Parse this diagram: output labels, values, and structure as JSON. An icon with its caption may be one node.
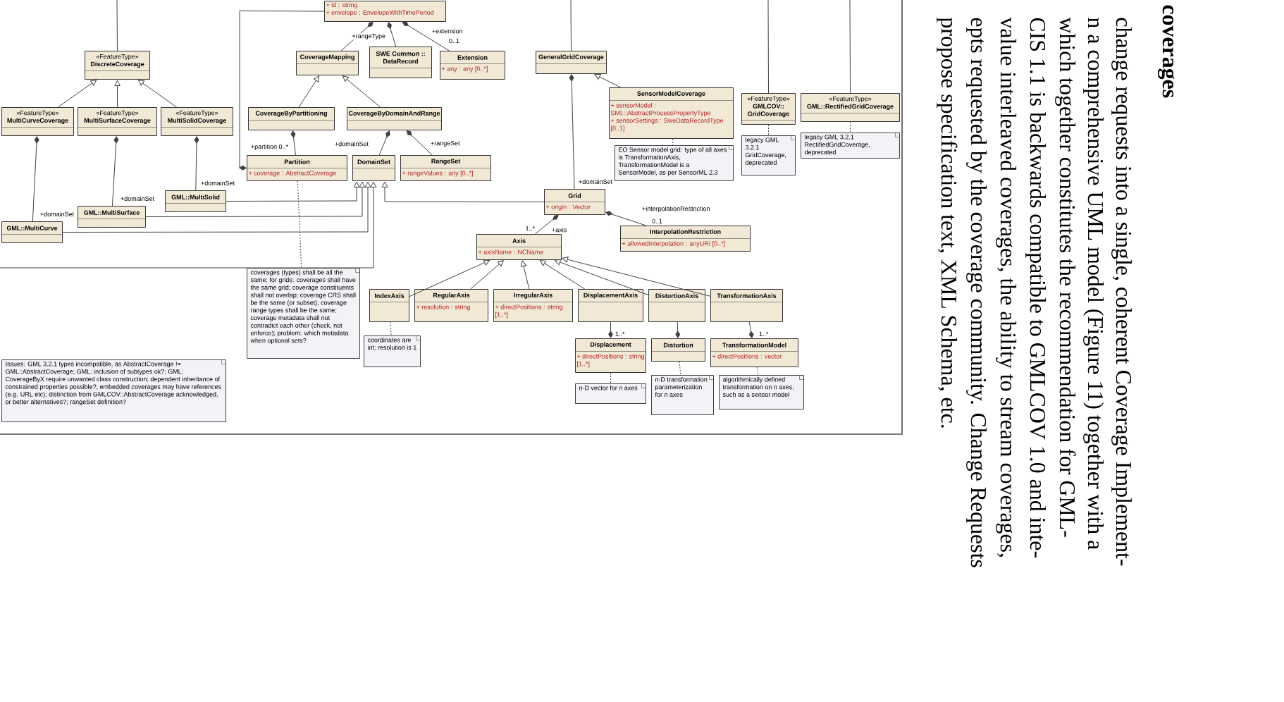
{
  "diagram": {
    "nodes": [
      {
        "text": [
          "+ id : string",
          "+ envelope : EnvelopeWithTimePeriod"
        ]
      },
      {
        "text": [
          "«FeatureType»",
          "DiscreteCoverage"
        ]
      },
      {
        "text": [
          "«FeatureType»",
          "MultiCurveCoverage"
        ]
      },
      {
        "text": [
          "«FeatureType»",
          "MultiSurfaceCoverage"
        ]
      },
      {
        "text": [
          "«FeatureType»",
          "MultiSolidCoverage"
        ]
      },
      {
        "text": [
          "GML::MultiCurve"
        ]
      },
      {
        "text": [
          "GML::MultiSurface"
        ]
      },
      {
        "text": [
          "GML::MultiSolid"
        ]
      },
      {
        "text": [
          "CoverageMapping"
        ]
      },
      {
        "text": [
          "SWE Common :: DataRecord"
        ]
      },
      {
        "text": [
          "Extension",
          "+ any : any [0..*]"
        ]
      },
      {
        "text": [
          "CoverageByPartitioning"
        ]
      },
      {
        "text": [
          "CoverageByDomainAndRange"
        ]
      },
      {
        "text": [
          "Partition",
          "+ coverage : AbstractCoverage"
        ]
      },
      {
        "text": [
          "DomainSet"
        ]
      },
      {
        "text": [
          "RangeSet",
          "+ rangeValues : any [0..*]"
        ]
      },
      {
        "text": [
          "coverages (types) shall be all the same; for grids: coverages shall have the same grid; coverage constituents shall not overlap; coverage CRS shall be the same (or subset); coverage range types shall be the same; coverage metadata shall not contradict each other (check, not enforce); problem: which metadata when optional sets?"
        ]
      },
      {
        "text": [
          "GeneralGridCoverage"
        ]
      },
      {
        "text": [
          "SensorModelCoverage",
          "+ sensorModel : SML::AbstractProcessPropertyType",
          "+ sensorSettings : SweDataRecordType [0..1]"
        ]
      },
      {
        "text": [
          "EO Sensor model grid: type of all axes is TransformationAxis, TransformationModel is a SensorModel, as per SensorML 2.3"
        ]
      },
      {
        "text": [
          "Grid",
          "+ origin : Vector"
        ]
      },
      {
        "text": [
          "InterpolationRestriction",
          "+ allowedInterpolation : anyURI [0..*]"
        ]
      },
      {
        "text": [
          "Axis",
          "+ axisName : NCName"
        ]
      },
      {
        "text": [
          "IndexAxis"
        ]
      },
      {
        "text": [
          "RegularAxis",
          "+ resolution : string"
        ]
      },
      {
        "text": [
          "IrregularAxis",
          "+ directPositions : string [1..*]"
        ]
      },
      {
        "text": [
          "DisplacementAxis"
        ]
      },
      {
        "text": [
          "DistortionAxis"
        ]
      },
      {
        "text": [
          "TransformationAxis"
        ]
      },
      {
        "text": [
          "coordinates are int; resolution is 1"
        ]
      },
      {
        "text": [
          "Displacement",
          "+ directPositions : string [1..*]"
        ]
      },
      {
        "text": [
          "Distortion"
        ]
      },
      {
        "text": [
          "TransformationModel",
          "+ directPositions : vector"
        ]
      },
      {
        "text": [
          "n-D vector for n axes"
        ]
      },
      {
        "text": [
          "n-D transformation parameterization for n axes"
        ]
      },
      {
        "text": [
          "algorithmically defined transformation on n axes, such as a sensor model"
        ]
      },
      {
        "text": [
          "«FeatureType»",
          "GMLCOV:: GridCoverage"
        ]
      },
      {
        "text": [
          "«FeatureType»",
          "GML::RectifiedGridCoverage"
        ]
      },
      {
        "text": [
          "legacy GML 3.2.1 GridCoverage, deprecated"
        ]
      },
      {
        "text": [
          "legacy GML 3.2.1 RectifiedGridCoverage, deprecated"
        ]
      },
      {
        "text": [
          "Issues: GML 3.2.1 types incompatible, as AbstractCoverage != GML::AbstractCoverage; GML: inclusion of subtypes ok?; GML: CoverageByX require unwanted class construction; dependent inheritance of constrained properties possible?; embedded coverages may have references (e.g. URL etc); distinction from GMLCOV::AbstractCoverage acknowledged, or better alternatives?; rangeSet definition?"
        ]
      }
    ],
    "edges": [
      {
        "from": 1,
        "to": null,
        "arrow": "none"
      },
      {
        "from": 2,
        "to": 1,
        "arrow": "to"
      },
      {
        "from": 3,
        "to": 1,
        "arrow": "to"
      },
      {
        "from": 4,
        "to": 1,
        "arrow": "to"
      },
      {
        "from": 5,
        "to": 2,
        "arrow": "other",
        "label": "+domainSet"
      },
      {
        "from": 6,
        "to": 3,
        "arrow": "other",
        "label": "+domainSet"
      },
      {
        "from": 7,
        "to": 4,
        "arrow": "other",
        "label": "+domainSet"
      },
      {
        "from": 7,
        "to": 14,
        "arrow": "to"
      },
      {
        "from": 6,
        "to": 14,
        "arrow": "to"
      },
      {
        "from": 5,
        "to": 14,
        "arrow": "to"
      },
      {
        "from": null,
        "to": 14,
        "arrow": "to"
      },
      {
        "from": 20,
        "to": 14,
        "arrow": "to"
      },
      {
        "from": 13,
        "to": 16,
        "arrow": "none",
        "style": "dashed"
      },
      {
        "from": 8,
        "to": 0,
        "arrow": "other"
      },
      {
        "from": 9,
        "to": 0,
        "arrow": "other",
        "label": "+rangeType"
      },
      {
        "from": 10,
        "to": 0,
        "arrow": "other",
        "label": "+extension"
      },
      {
        "from": 11,
        "to": 8,
        "arrow": "to"
      },
      {
        "from": 12,
        "to": 8,
        "arrow": "to"
      },
      {
        "from": 13,
        "to": 11,
        "arrow": "other",
        "label": "+partition 0..*"
      },
      {
        "from": 14,
        "to": 12,
        "arrow": "other",
        "label": "+domainSet"
      },
      {
        "from": 15,
        "to": 12,
        "arrow": "other",
        "label": "+rangeSet"
      },
      {
        "from": 0,
        "to": 13,
        "arrow": "other"
      },
      {
        "from": 17,
        "to": null,
        "arrow": "none"
      },
      {
        "from": 18,
        "to": 17,
        "arrow": "to"
      },
      {
        "from": 18,
        "to": 19,
        "arrow": "none",
        "style": "dashed"
      },
      {
        "from": 20,
        "to": 17,
        "arrow": "other",
        "label": "+domainSet"
      },
      {
        "from": 22,
        "to": 20,
        "arrow": "other",
        "label": "+axis"
      },
      {
        "from": 21,
        "to": 20,
        "arrow": "other",
        "label": "+interpolationRestriction"
      },
      {
        "from": 23,
        "to": 22,
        "arrow": "to"
      },
      {
        "from": 24,
        "to": 22,
        "arrow": "to"
      },
      {
        "from": 25,
        "to": 22,
        "arrow": "to"
      },
      {
        "from": 26,
        "to": 22,
        "arrow": "to"
      },
      {
        "from": 27,
        "to": 22,
        "arrow": "to"
      },
      {
        "from": 28,
        "to": 22,
        "arrow": "to"
      },
      {
        "from": 23,
        "to": 29,
        "arrow": "none",
        "style": "dashed"
      },
      {
        "from": 26,
        "to": 30,
        "arrow": "other"
      },
      {
        "from": 27,
        "to": 31,
        "arrow": "other"
      },
      {
        "from": 28,
        "to": 32,
        "arrow": "other"
      },
      {
        "from": 30,
        "to": 33,
        "arrow": "none",
        "style": "dashed"
      },
      {
        "from": 31,
        "to": 34,
        "arrow": "none",
        "style": "dashed"
      },
      {
        "from": 32,
        "to": 35,
        "arrow": "none",
        "style": "dashed"
      },
      {
        "from": 36,
        "to": null,
        "arrow": "none"
      },
      {
        "from": 37,
        "to": null,
        "arrow": "none"
      },
      {
        "from": 36,
        "to": 38,
        "arrow": "none",
        "style": "dashed"
      },
      {
        "from": 37,
        "to": 39,
        "arrow": "none",
        "style": "dashed"
      }
    ],
    "labels": [
      "coverages",
      "change requests into a single, coherent Coverage Implement-",
      "n a comprehensive UML model (Figure 11) together with a",
      "which together constitutes the recommendation for GML-",
      "CIS 1.1 is backwards compatible to GMLCOV 1.0 and inte-",
      "value interleaved coverages, the ability to stream coverages,",
      "epts requested by the coverage community. Change Requests",
      "propose specification text, XML Schema, etc.",
      "0..1",
      "1..*",
      "0..1",
      "1..*",
      "1..*"
    ]
  }
}
